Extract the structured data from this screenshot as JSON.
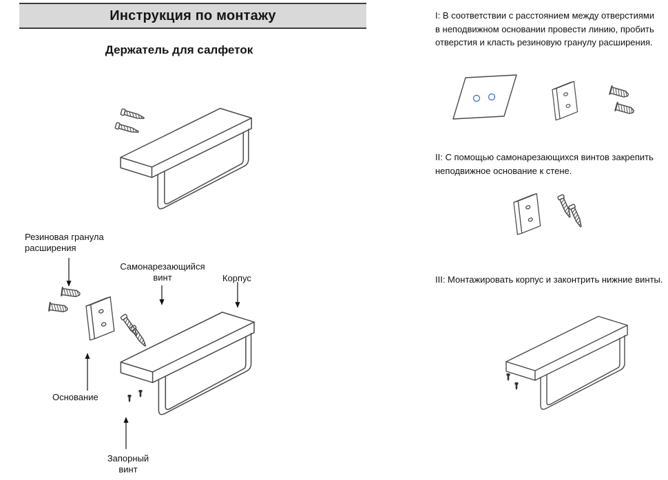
{
  "header": {
    "title": "Инструкция по монтажу"
  },
  "subtitle": "Держатель для салфеток",
  "exploded_labels": {
    "dowel": "Резиновая гранула расширения",
    "screw": "Самонарезающийся винт",
    "body": "Корпус",
    "base": "Основание",
    "lock_screw": "Запорный винт"
  },
  "steps": [
    {
      "num": "I",
      "text": "I: В соответствии с расстоянием между отверстиями в неподвижном основании провести линию, пробить отверстия и класть резиновую гранулу расширения."
    },
    {
      "num": "II",
      "text": "II: С помощью самонарезающихся винтов закрепить неподвижное основание к стене."
    },
    {
      "num": "III",
      "text": "III: Монтажировать корпус и законтрить нижние винты."
    }
  ],
  "colors": {
    "header_bg": "#d9d9d9",
    "line": "#4a4a4a",
    "hole_blue": "#4d7fc4"
  }
}
